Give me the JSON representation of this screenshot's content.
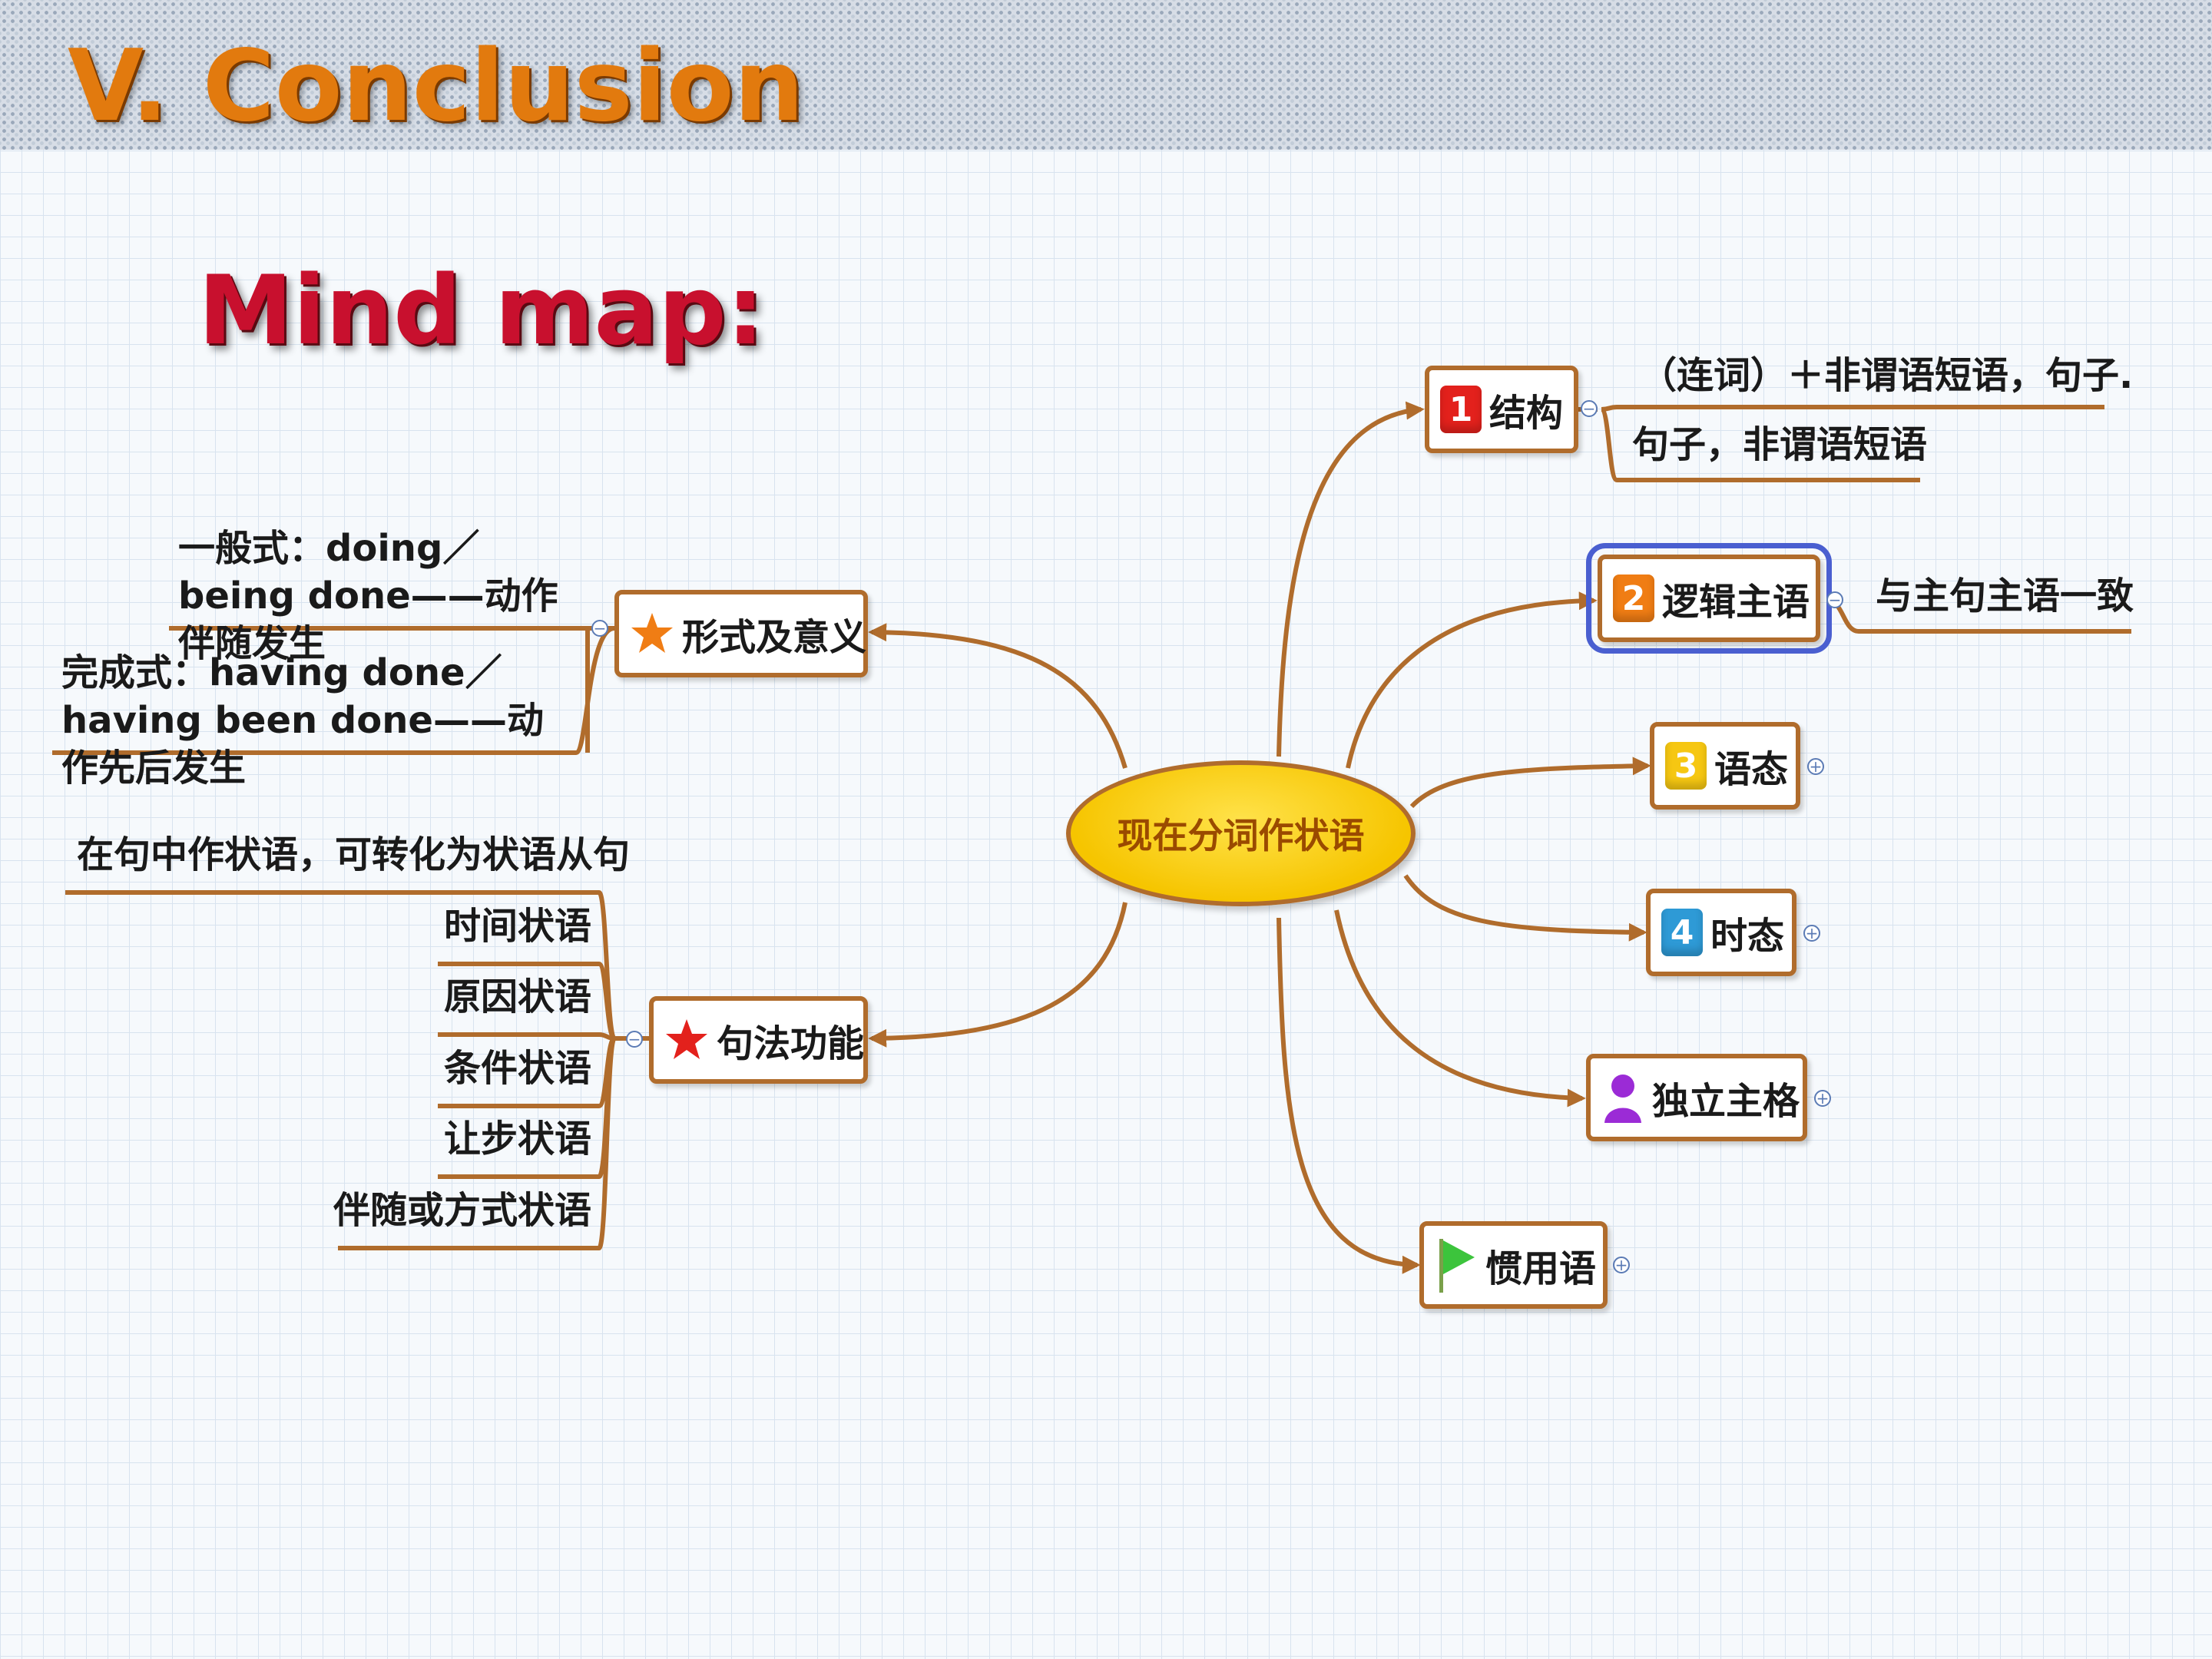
{
  "slide": {
    "title": "V. Conclusion",
    "subtitle": "Mind map:"
  },
  "central": {
    "label": "现在分词作状语"
  },
  "nodes": {
    "structure": {
      "badge": "1",
      "label": "结构",
      "items": [
        "（连词）＋非谓语短语，句子.",
        "句子，非谓语短语"
      ]
    },
    "logical_subject": {
      "badge": "2",
      "label": "逻辑主语",
      "items": [
        "与主句主语一致"
      ]
    },
    "voice": {
      "badge": "3",
      "label": "语态"
    },
    "tense": {
      "badge": "4",
      "label": "时态"
    },
    "absolute": {
      "label": "独立主格"
    },
    "idioms": {
      "label": "惯用语"
    },
    "form_meaning": {
      "label": "形式及意义",
      "items": [
        "一般式：doing／ being done——动作伴随发生",
        "完成式：having done／having been done——动作先后发生"
      ]
    },
    "syntax": {
      "label": "句法功能",
      "items": [
        "在句中作状语，可转化为状语从句",
        "时间状语",
        "原因状语",
        "条件状语",
        "让步状语",
        "伴随或方式状语"
      ]
    }
  },
  "colors": {
    "branch": "#b06c2c",
    "central_fill": "#f6c500",
    "selection": "#4a5fd0",
    "title": "#e27a0e",
    "subtitle": "#c8102e"
  },
  "icons": {
    "structure": "priority-1-icon",
    "logical_subject": "priority-2-icon",
    "voice": "priority-3-icon",
    "tense": "priority-4-icon",
    "absolute": "person-icon",
    "idioms": "green-flag-icon",
    "form_meaning": "orange-star-icon",
    "syntax": "red-star-icon"
  }
}
